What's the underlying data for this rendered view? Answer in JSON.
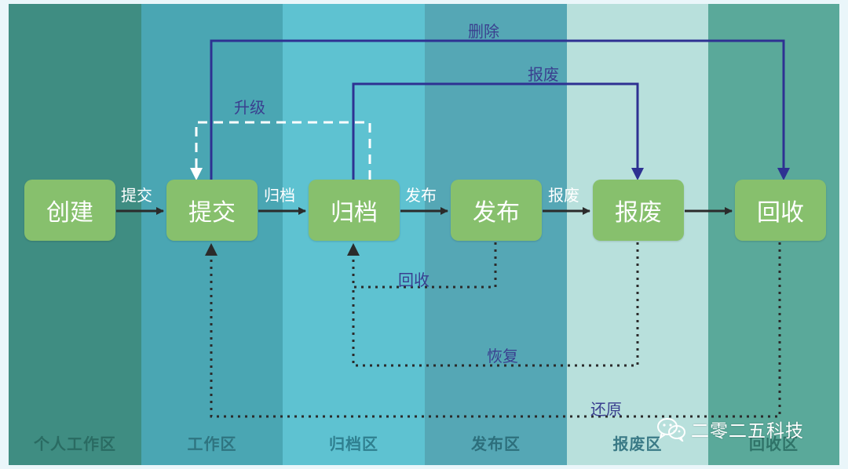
{
  "zones": [
    {
      "label": "个人工作区",
      "bg": "#3f8d82",
      "text_color": "#2a6b62"
    },
    {
      "label": "工作区",
      "bg": "#4aa6b3",
      "text_color": "#2f7480"
    },
    {
      "label": "归档区",
      "bg": "#5ec2d1",
      "text_color": "#2f7f8f"
    },
    {
      "label": "发布区",
      "bg": "#55a7b5",
      "text_color": "#2d6f7c"
    },
    {
      "label": "报废区",
      "bg": "#b8e0dc",
      "text_color": "#3a7a86"
    },
    {
      "label": "回收区",
      "bg": "#5aa99a",
      "text_color": "#2f7368"
    }
  ],
  "nodes": [
    {
      "id": "create",
      "label": "创建"
    },
    {
      "id": "submit",
      "label": "提交"
    },
    {
      "id": "archive",
      "label": "归档"
    },
    {
      "id": "publish",
      "label": "发布"
    },
    {
      "id": "scrap",
      "label": "报废"
    },
    {
      "id": "recycle",
      "label": "回收"
    }
  ],
  "edges": [
    {
      "id": "create-submit",
      "label": "提交",
      "style": "solid-black"
    },
    {
      "id": "submit-archive",
      "label": "归档",
      "style": "solid-black"
    },
    {
      "id": "archive-publish",
      "label": "发布",
      "style": "solid-black"
    },
    {
      "id": "publish-scrap",
      "label": "报废",
      "style": "solid-black"
    },
    {
      "id": "scrap-recycle",
      "label": "",
      "style": "solid-black"
    },
    {
      "id": "submit-recycle",
      "label": "删除",
      "style": "solid-navy"
    },
    {
      "id": "archive-scrap",
      "label": "报废",
      "style": "solid-navy"
    },
    {
      "id": "archive-submit",
      "label": "升级",
      "style": "dashed-white"
    },
    {
      "id": "publish-archive",
      "label": "回收",
      "style": "dotted-black"
    },
    {
      "id": "scrap-archive",
      "label": "恢复",
      "style": "dotted-black"
    },
    {
      "id": "recycle-submit",
      "label": "还原",
      "style": "dotted-black"
    }
  ],
  "colors": {
    "node_fill": "#87c06d",
    "node_text": "#ffffff",
    "navy": "#2e3192",
    "arrow_black": "#2b2b2b"
  },
  "watermark": {
    "icon": "wechat-icon",
    "text": "二零二五科技"
  }
}
